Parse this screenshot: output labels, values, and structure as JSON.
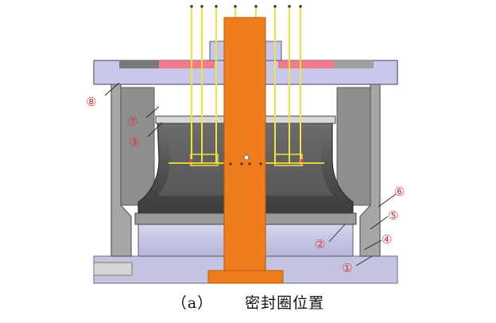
{
  "figure": {
    "caption_prefix": "（a）",
    "caption_title": "密封圈位置"
  },
  "callouts": [
    {
      "id": "c1",
      "label": "①"
    },
    {
      "id": "c2",
      "label": "②"
    },
    {
      "id": "c3",
      "label": "③"
    },
    {
      "id": "c4",
      "label": "④"
    },
    {
      "id": "c5",
      "label": "⑤"
    },
    {
      "id": "c6",
      "label": "⑥"
    },
    {
      "id": "c7",
      "label": "⑦"
    },
    {
      "id": "c8",
      "label": "⑧"
    }
  ],
  "colors": {
    "shaft": "#f07c1c",
    "frame": "#c8c8ea",
    "hot_zone": "#f07a8c",
    "wires": "#f2e23a",
    "callout": "#d83a3a",
    "gray": "#a8a8a8",
    "dark_gray": "#5a5a5a"
  }
}
